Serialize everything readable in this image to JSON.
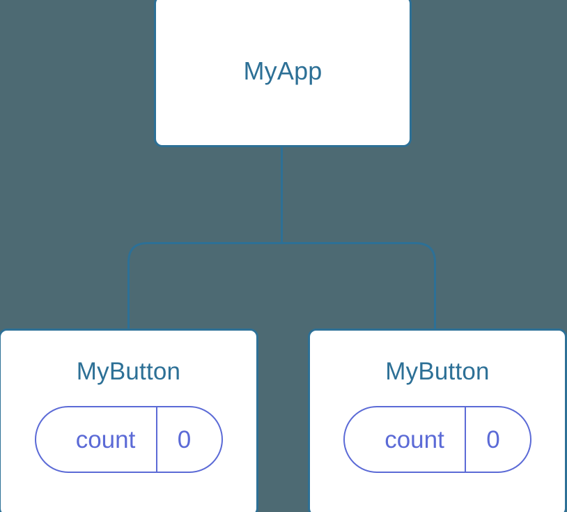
{
  "diagram": {
    "type": "component-tree",
    "background_color": "#4d6a73",
    "node_fill_color": "#ffffff",
    "node_border_color": "#2d7096",
    "node_title_color": "#2d7096",
    "edge_color": "#2d7096",
    "state_accent_color": "#5b6ad6",
    "root": {
      "title": "MyApp"
    },
    "children": [
      {
        "title": "MyButton",
        "state": {
          "key": "count",
          "value": "0"
        }
      },
      {
        "title": "MyButton",
        "state": {
          "key": "count",
          "value": "0"
        }
      }
    ],
    "edges": [
      {
        "from": "MyApp",
        "to": "MyButton"
      },
      {
        "from": "MyApp",
        "to": "MyButton"
      }
    ]
  }
}
